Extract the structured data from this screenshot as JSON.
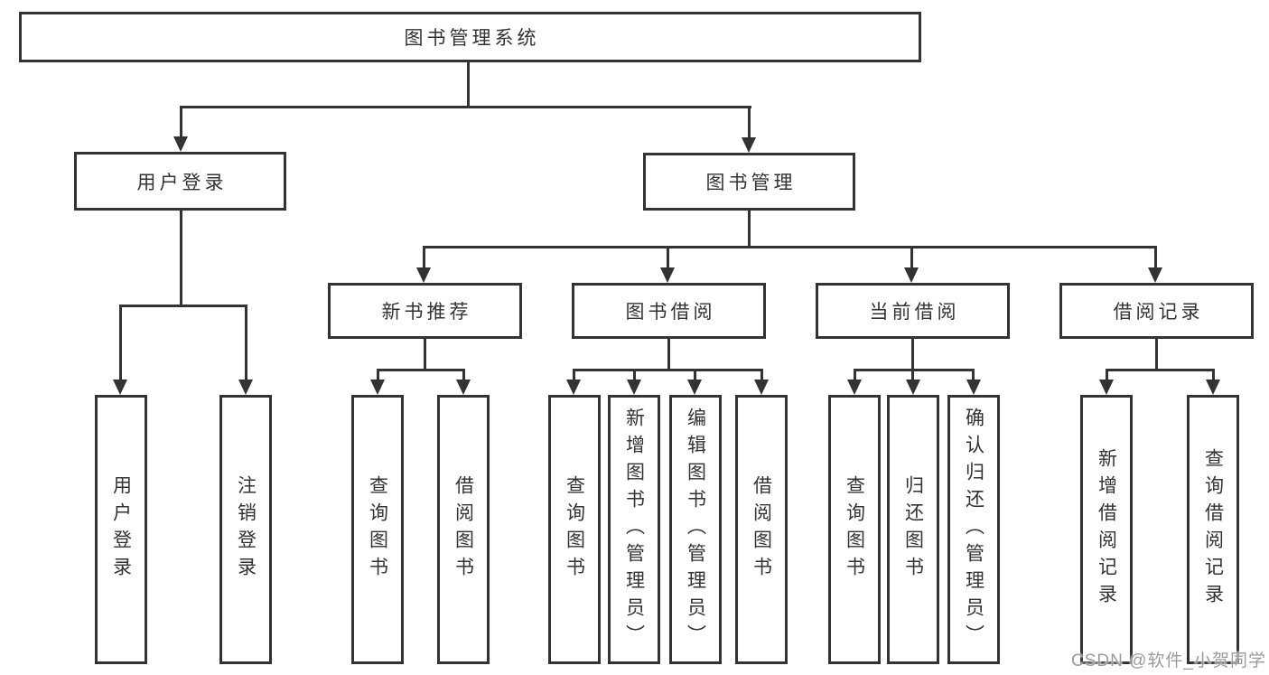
{
  "diagram": {
    "root": {
      "label": "图书管理系统"
    },
    "user_login": {
      "label": "用户登录",
      "children": [
        {
          "label": "用户登录"
        },
        {
          "label": "注销登录"
        }
      ]
    },
    "book_mgmt": {
      "label": "图书管理",
      "sections": [
        {
          "label": "新书推荐",
          "children": [
            {
              "label": "查询图书"
            },
            {
              "label": "借阅图书"
            }
          ]
        },
        {
          "label": "图书借阅",
          "children": [
            {
              "label": "查询图书"
            },
            {
              "label": "新增图书（管理员）"
            },
            {
              "label": "编辑图书（管理员）"
            },
            {
              "label": "借阅图书"
            }
          ]
        },
        {
          "label": "当前借阅",
          "children": [
            {
              "label": "查询图书"
            },
            {
              "label": "归还图书"
            },
            {
              "label": "确认归还（管理员）"
            }
          ]
        },
        {
          "label": "借阅记录",
          "children": [
            {
              "label": "新增借阅记录"
            },
            {
              "label": "查询借阅记录"
            }
          ]
        }
      ]
    }
  },
  "watermark": {
    "text": "CSDN @软件_小贺同学"
  },
  "colors": {
    "line": "#333333",
    "text": "#333333",
    "watermark": "#9b9b9b",
    "background": "#ffffff"
  }
}
